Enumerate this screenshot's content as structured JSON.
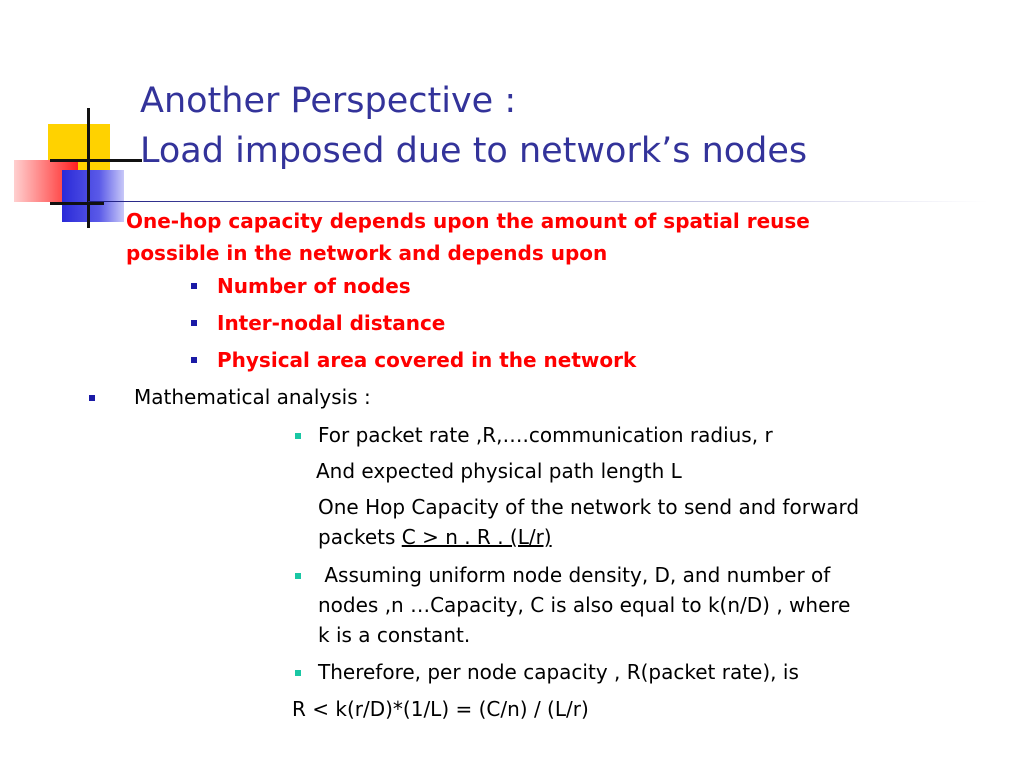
{
  "slide": {
    "title_line1": "Another Perspective :",
    "title_line2": "Load imposed due to network’s nodes",
    "bullet1": {
      "line1": "One-hop capacity depends upon the amount of spatial reuse",
      "line2": "possible in the network and depends upon"
    },
    "sub_bullets": [
      "Number of nodes",
      "Inter-nodal distance",
      "Physical area covered in the network"
    ],
    "bullet2": "Mathematical analysis :",
    "analysis": {
      "item1": "For packet rate ,R,….communication radius, r",
      "item1_cont": "And  expected physical path length L",
      "item1_cont2": "One Hop Capacity of the network to send and forward",
      "item1_cont3_prefix": "packets ",
      "item1_formula": "C > n . R . (L/r)",
      "item2_line1": " Assuming uniform node density, D, and number of",
      "item2_line2": "nodes ,n …Capacity, C is also equal to k(n/D) , where",
      "item2_line3": "k is a constant.",
      "item3": "Therefore, per node capacity , R(packet rate), is",
      "formula": "R < k(r/D)*(1/L) = (C/n) / (L/r)"
    }
  }
}
